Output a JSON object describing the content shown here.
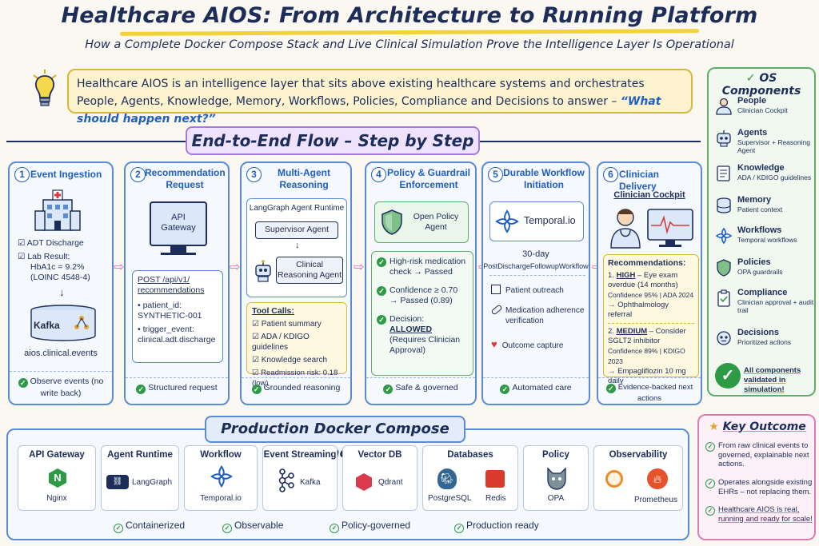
{
  "header": {
    "title": "Healthcare AIOS: From Architecture to Running Platform",
    "subtitle": "How a Complete Docker Compose Stack and Live Clinical Simulation Prove the Intelligence Layer Is Operational"
  },
  "intro": {
    "line1": "Healthcare AIOS is an intelligence layer that sits above existing healthcare systems and orchestrates",
    "line2": "People, Agents, Knowledge, Memory, Workflows, Policies, Compliance and Decisions to answer –",
    "question": "“What should happen next?”"
  },
  "flow_title": "End-to-End Flow – Step by Step",
  "steps": [
    {
      "num": "1",
      "title": "Event Ingestion",
      "items": [
        "ADT Discharge",
        "Lab Result:",
        "HbA1c = 9.2%",
        "(LOINC 4548-4)"
      ],
      "kafka": "Kafka",
      "topic": "aios.clinical.events",
      "footer": "Observe events (no write back)"
    },
    {
      "num": "2",
      "title": "Recommendation Request",
      "gateway": "API Gateway",
      "endpoint": "POST /api/v1/ recommendations",
      "params": [
        "patient_id: SYNTHETIC-001",
        "trigger_event: clinical.adt.discharge"
      ],
      "footer": "Structured request"
    },
    {
      "num": "3",
      "title": "Multi-Agent Reasoning",
      "runtime": "LangGraph Agent Runtime",
      "supervisor": "Supervisor Agent",
      "clinical": "Clinical Reasoning Agent",
      "tool_calls_title": "Tool Calls:",
      "tool_calls": [
        "Patient summary",
        "ADA / KDIGO guidelines",
        "Knowledge search",
        "Readmission risk: 0.18 (low)"
      ],
      "footer": "Grounded reasoning"
    },
    {
      "num": "4",
      "title": "Policy & Guardrail Enforcement",
      "opa": "Open Policy Agent",
      "checks": [
        "High-risk medication check → Passed",
        "Confidence ≥ 0.70 → Passed (0.89)"
      ],
      "decision_label": "Decision:",
      "decision_value": "ALLOWED",
      "decision_note": "(Requires Clinician Approval)",
      "footer": "Safe & governed"
    },
    {
      "num": "5",
      "title": "Durable Workflow Initiation",
      "temporal": "Temporal.io",
      "workflow_days": "30-day",
      "workflow_name": "PostDischargeFollowupWorkflow",
      "tasks": [
        "Patient outreach",
        "Medication adherence verification",
        "Outcome capture"
      ],
      "footer": "Automated care"
    },
    {
      "num": "6",
      "title": "Clinician Delivery",
      "cockpit": "Clinician Cockpit",
      "rec_title": "Recommendations:",
      "rec1": {
        "prefix": "1.",
        "priority": "HIGH",
        "text": "– Eye exam overdue (14 months)",
        "meta": "Confidence 95% | ADA 2024",
        "action": "→ Ophthalmology referral"
      },
      "rec2": {
        "prefix": "2.",
        "priority": "MEDIUM",
        "text": "– Consider SGLT2 inhibitor",
        "meta": "Confidence 89% | KDIGO 2023",
        "action": "→ Empagliflozin 10 mg daily"
      },
      "footer": "Evidence-backed next actions"
    }
  ],
  "components": {
    "title": "OS Components",
    "items": [
      {
        "name": "People",
        "desc": "Clinician Cockpit",
        "icon": "person-icon"
      },
      {
        "name": "Agents",
        "desc": "Supervisor + Reasoning Agent",
        "icon": "robot-icon"
      },
      {
        "name": "Knowledge",
        "desc": "ADA / KDIGO guidelines",
        "icon": "book-icon"
      },
      {
        "name": "Memory",
        "desc": "Patient context",
        "icon": "database-icon"
      },
      {
        "name": "Workflows",
        "desc": "Temporal workflows",
        "icon": "workflow-icon"
      },
      {
        "name": "Policies",
        "desc": "OPA guardrails",
        "icon": "shield-icon"
      },
      {
        "name": "Compliance",
        "desc": "Clinician approval + audit trail",
        "icon": "clipboard-icon"
      },
      {
        "name": "Decisions",
        "desc": "Prioritized actions",
        "icon": "decision-robot-icon"
      }
    ],
    "validated": "All components validated in simulation!"
  },
  "stack": {
    "title": "Production Docker Compose Stack",
    "services": [
      {
        "name": "API Gateway",
        "label": "Nginx"
      },
      {
        "name": "Agent Runtime",
        "label": "LangGraph"
      },
      {
        "name": "Workflow",
        "label": "Temporal.io"
      },
      {
        "name": "Event Streaming",
        "label": "Kafka"
      },
      {
        "name": "Vector DB",
        "label": "Qdrant"
      },
      {
        "name": "Databases",
        "label": "PostgreSQL",
        "label2": "Redis"
      },
      {
        "name": "Policy",
        "label": "OPA"
      },
      {
        "name": "Observability",
        "label": "Prometheus"
      }
    ],
    "footer": [
      "Containerized",
      "Observable",
      "Policy-governed",
      "Production ready"
    ]
  },
  "outcome": {
    "title": "Key Outcome",
    "items": [
      "From raw clinical events to governed, explainable next actions.",
      "Operates alongside existing EHRs – not replacing them.",
      "Healthcare AIOS is real, running and ready for scale!"
    ]
  }
}
